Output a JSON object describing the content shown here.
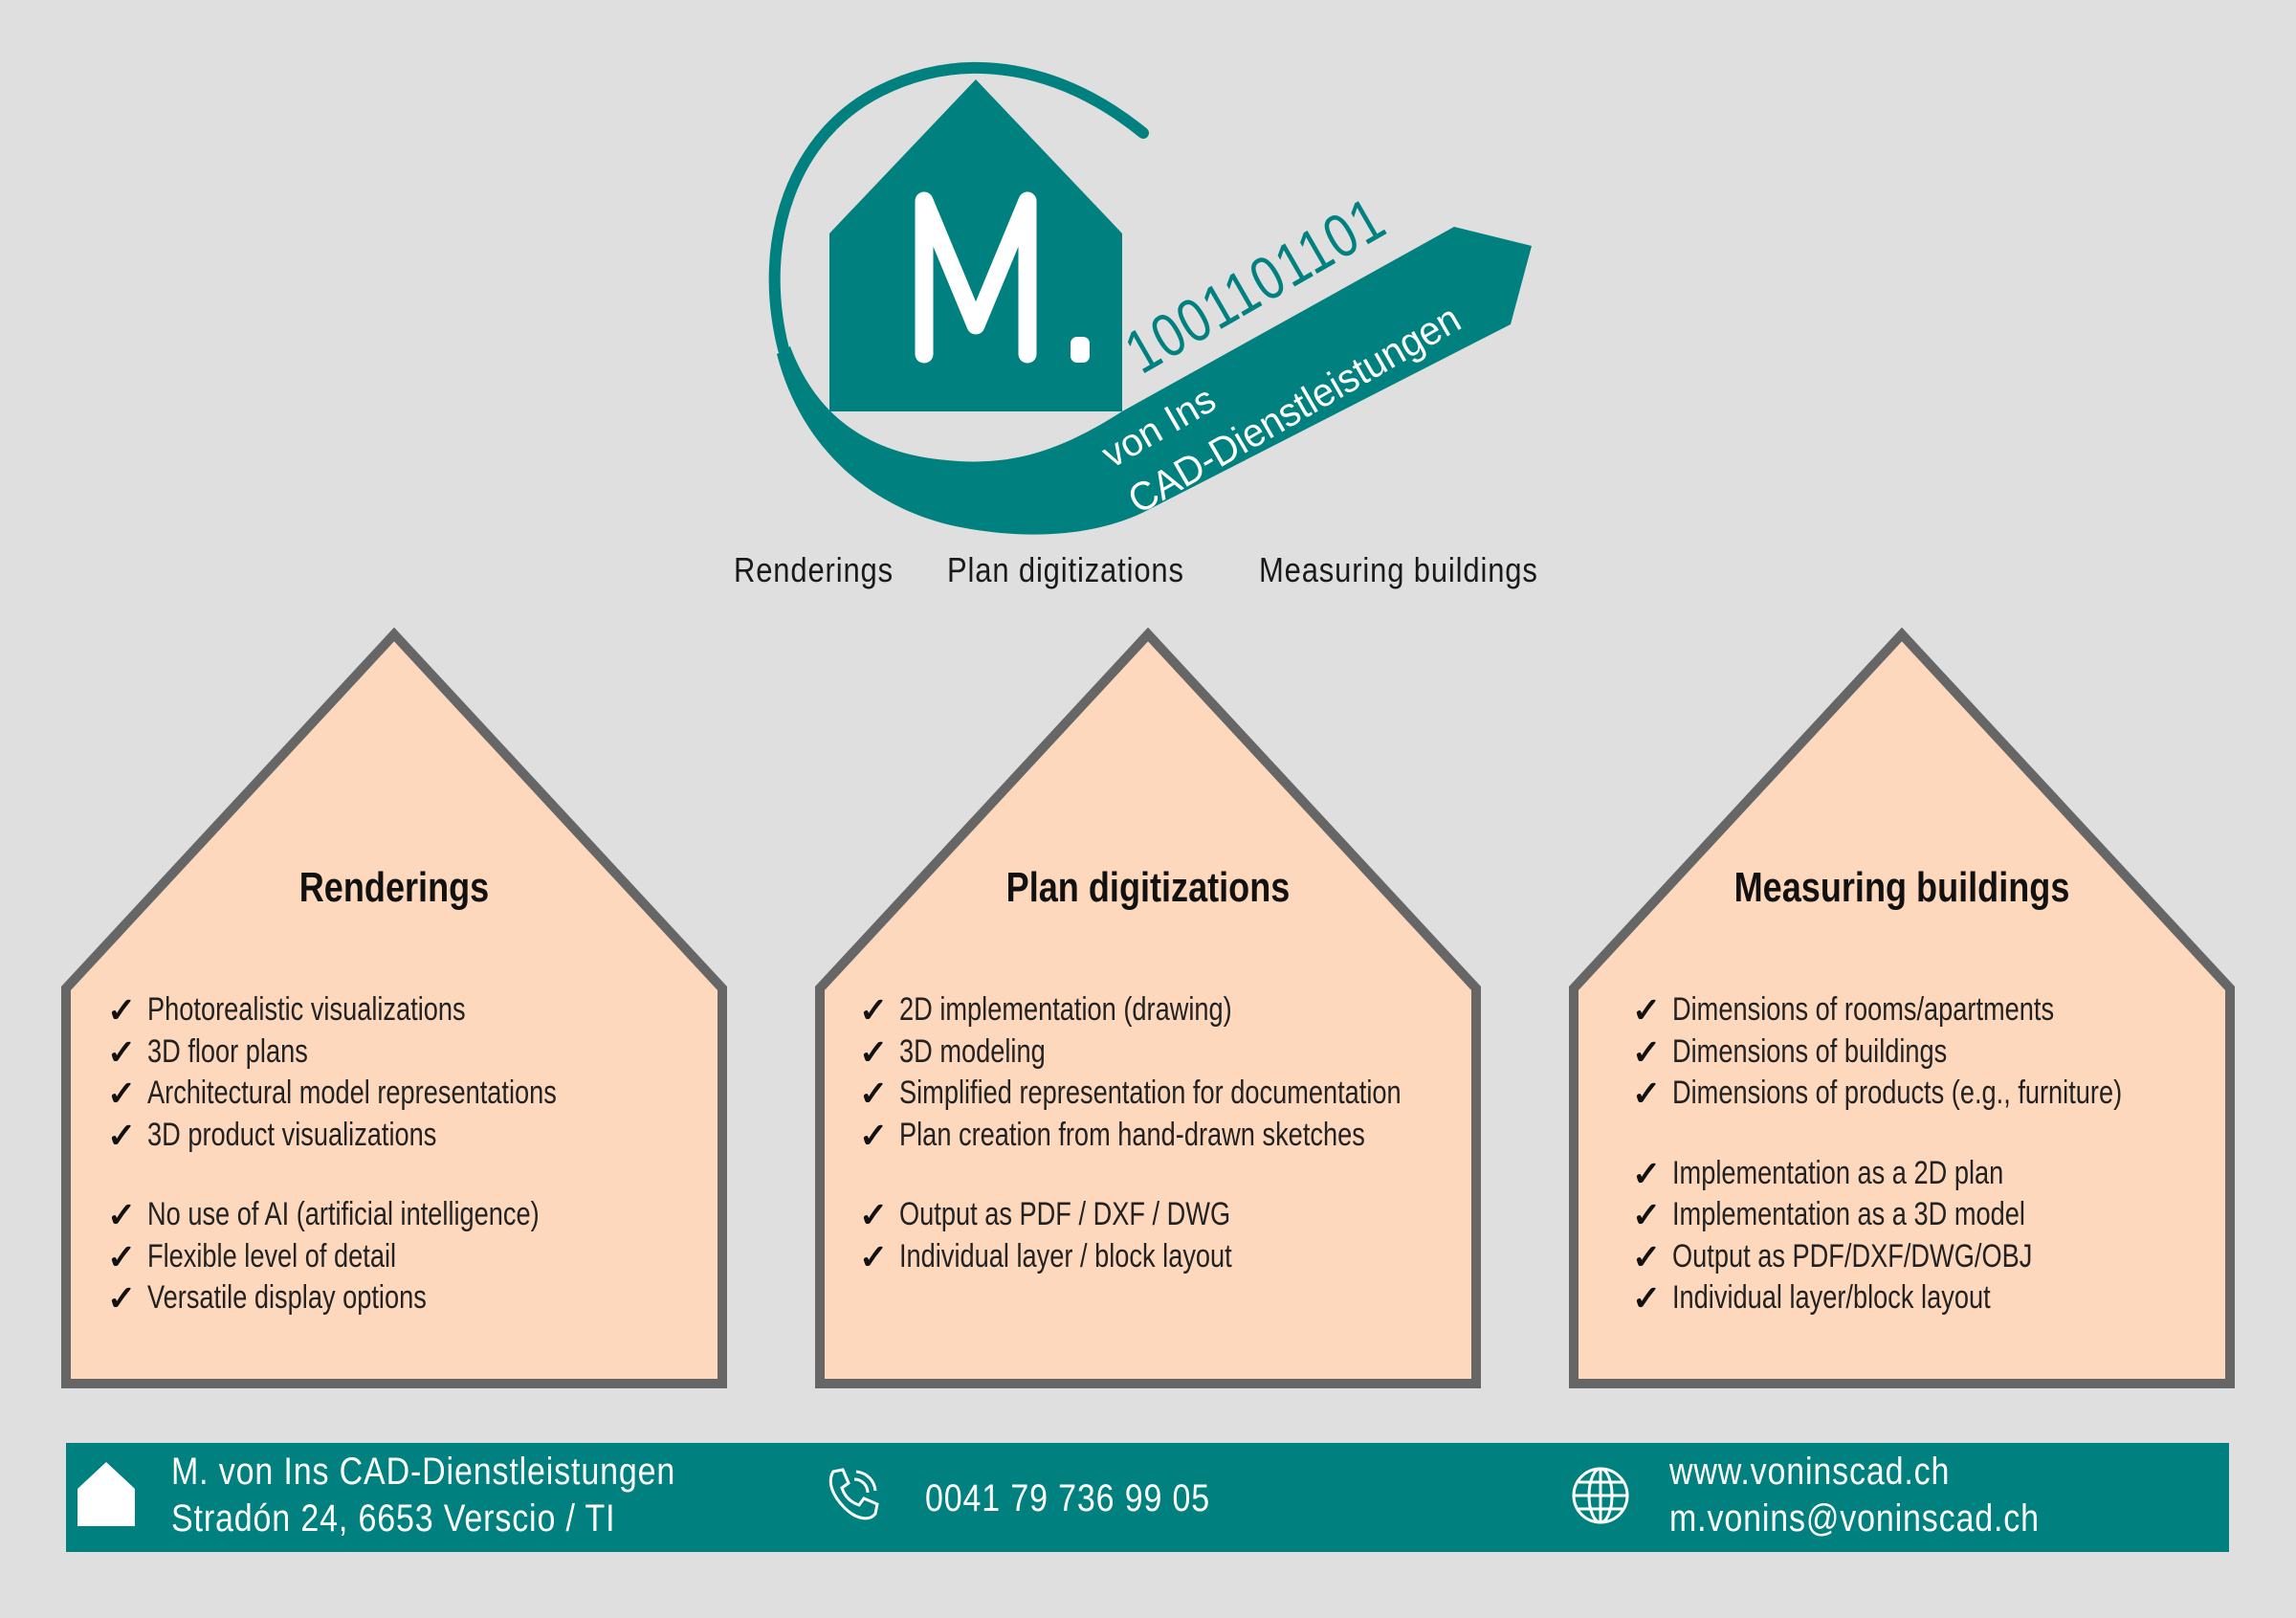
{
  "logo": {
    "letter": "M.",
    "binary": "1001101101",
    "line1": "von Ins",
    "line2": "CAD-Dienstleistungen"
  },
  "services_line": [
    "Renderings",
    "Plan digitizations",
    "Measuring buildings"
  ],
  "cards": [
    {
      "title": "Renderings",
      "groups": [
        [
          "Photorealistic visualizations",
          "3D floor plans",
          "Architectural model representations",
          "3D product visualizations"
        ],
        [
          "No use of AI (artificial intelligence)",
          "Flexible level of detail",
          "Versatile display options"
        ]
      ]
    },
    {
      "title": "Plan digitizations",
      "groups": [
        [
          "2D implementation (drawing)",
          "3D modeling",
          "Simplified representation for documentation",
          "Plan creation from hand-drawn sketches"
        ],
        [
          "Output as PDF / DXF / DWG",
          "Individual layer / block layout"
        ]
      ]
    },
    {
      "title": "Measuring buildings",
      "groups": [
        [
          "Dimensions of rooms/apartments",
          "Dimensions of buildings",
          "Dimensions of products (e.g., furniture)"
        ],
        [
          "Implementation as a 2D plan",
          "Implementation as a 3D model",
          "Output as PDF/DXF/DWG/OBJ",
          "Individual layer/block layout"
        ]
      ]
    }
  ],
  "check": "✓",
  "footer": {
    "company": "M. von Ins CAD-Dienstleistungen",
    "address": "Stradón 24, 6653 Verscio / TI",
    "phone": "0041 79 736 99 05",
    "website": "www.voninscad.ch",
    "email": "m.vonins@voninscad.ch"
  },
  "colors": {
    "teal": "#00807f",
    "card_fill": "#fdd8bd",
    "card_border": "#666666",
    "background": "#dfdfdf"
  }
}
